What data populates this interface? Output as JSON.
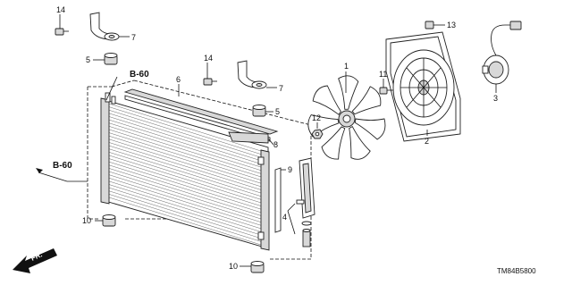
{
  "diagram_code": "TM84B5800",
  "direction_label": "FR.",
  "reference_labels": [
    "B-60",
    "B-60"
  ],
  "callouts": {
    "condenser": "6",
    "condenser_bracket_1": "7",
    "condenser_bracket_2": "7",
    "flange_bolt_1": "14",
    "flange_bolt_2": "14",
    "mount_cushion_top_1": "5",
    "mount_cushion_top_2": "5",
    "mount_cushion_bottom_1": "10",
    "mount_cushion_bottom_2": "10",
    "seal_strip": "8",
    "side_seal": "9",
    "receiver_assy": "4",
    "fan_blade": "1",
    "shroud": "2",
    "motor": "3",
    "fan_nut": "12",
    "shroud_bolt": "11",
    "harness_clip": "13"
  }
}
